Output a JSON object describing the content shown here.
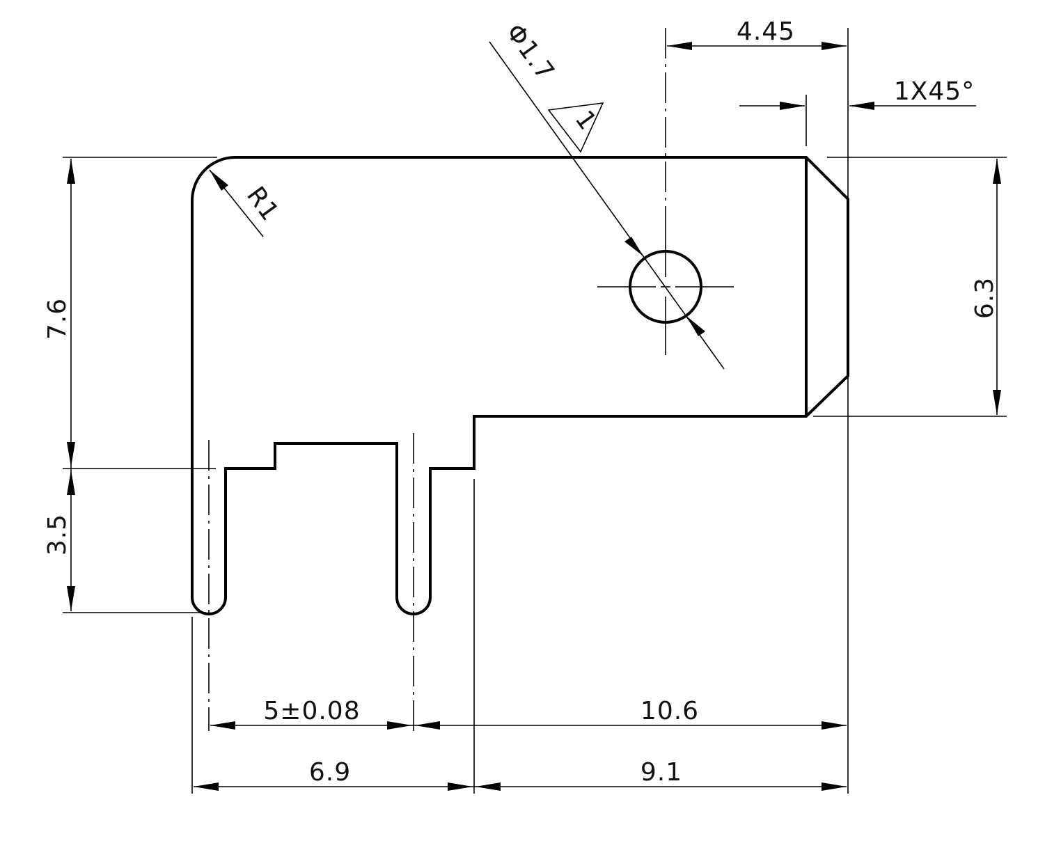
{
  "dimensions": {
    "hole_spacing": "4.45",
    "chamfer": "1X45°",
    "hole_diameter": "Φ1.7",
    "flag_mark": "1",
    "radius": "R1",
    "height_upper": "7.6",
    "height_pin": "3.5",
    "height_tab": "6.3",
    "pin_pitch": "5±0.08",
    "length_right": "10.6",
    "width_left": "6.9",
    "width_right": "9.1"
  }
}
